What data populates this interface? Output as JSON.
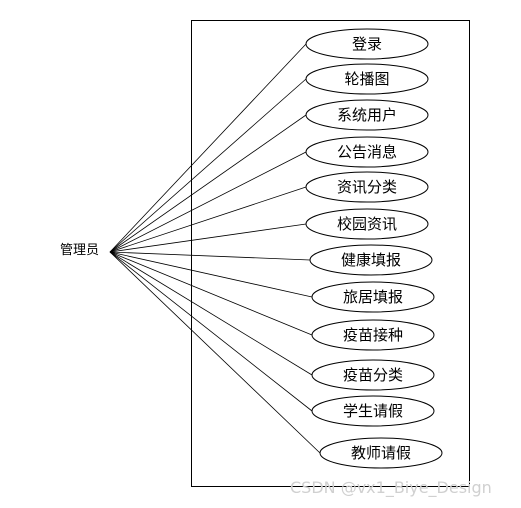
{
  "actor": {
    "label": "管理员"
  },
  "use_cases": [
    {
      "label": "登录"
    },
    {
      "label": "轮播图"
    },
    {
      "label": "系统用户"
    },
    {
      "label": "公告消息"
    },
    {
      "label": "资讯分类"
    },
    {
      "label": "校园资讯"
    },
    {
      "label": "健康填报"
    },
    {
      "label": "旅居填报"
    },
    {
      "label": "疫苗接种"
    },
    {
      "label": "疫苗分类"
    },
    {
      "label": "学生请假"
    },
    {
      "label": "教师请假"
    }
  ],
  "watermark": "CSDN @vx1_Biye_Design",
  "colors": {
    "stroke": "#000000",
    "watermark": "#d0d0d0",
    "background": "#ffffff"
  }
}
